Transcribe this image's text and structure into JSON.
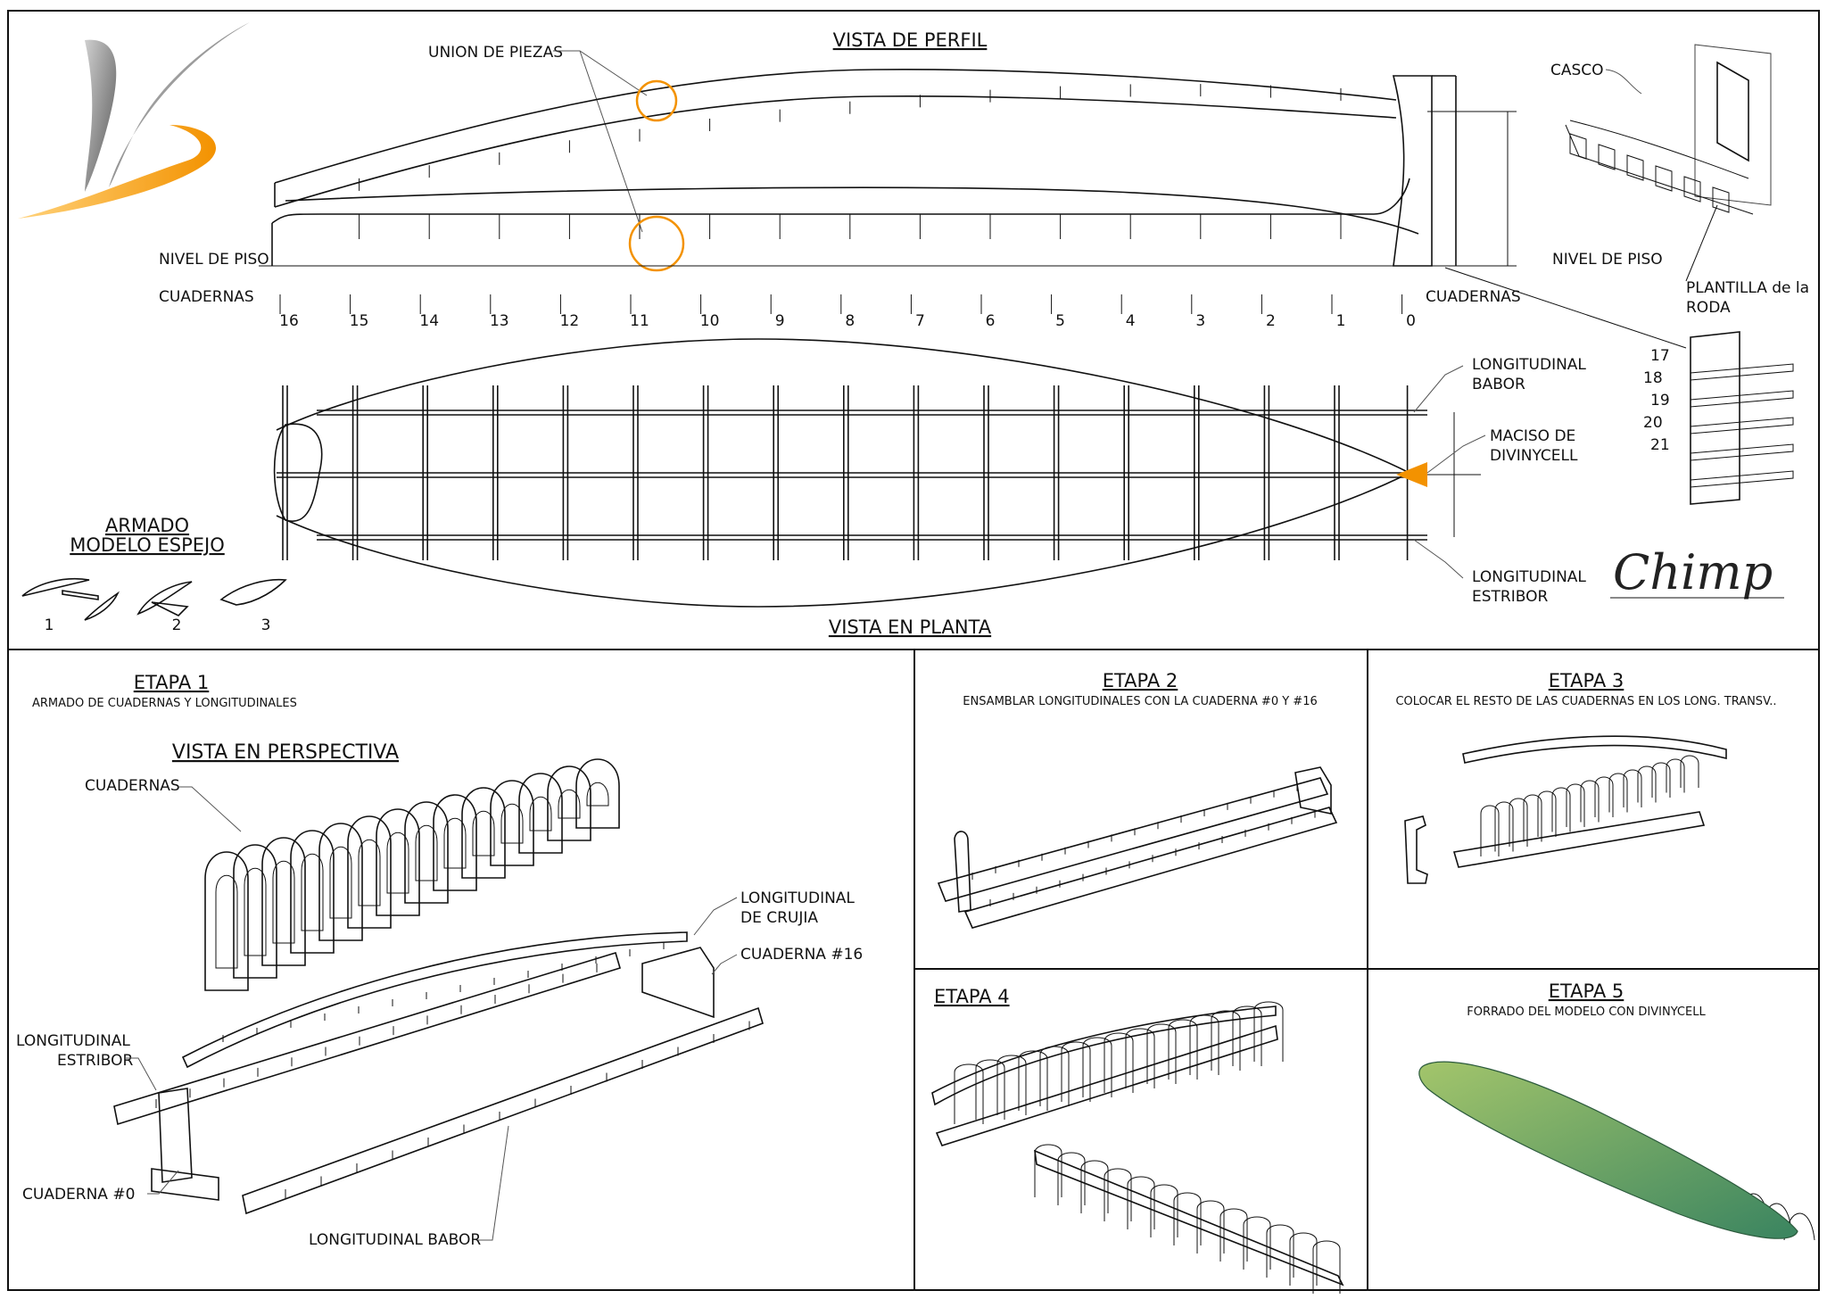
{
  "top": {
    "title_profile": "VISTA DE PERFIL",
    "title_plan": "VISTA EN PLANTA",
    "union": "UNION DE PIEZAS",
    "nivel_left": "NIVEL DE PISO",
    "nivel_right": "NIVEL DE PISO",
    "cuadernas_left": "CUADERNAS",
    "cuadernas_right": "CUADERNAS",
    "casco": "CASCO",
    "plantilla_1": "PLANTILLA de la",
    "plantilla_2": "RODA",
    "long_babor_1": "LONGITUDINAL",
    "long_babor_2": "BABOR",
    "maciso_1": "MACISO DE",
    "maciso_2": "DIVINYCELL",
    "long_estribor_1": "LONGITUDINAL",
    "long_estribor_2": "ESTRIBOR",
    "armado_1": "ARMADO",
    "armado_2": "MODELO ESPEJO",
    "armado_steps": [
      "1",
      "2",
      "3"
    ],
    "frame_numbers": [
      "16",
      "15",
      "14",
      "13",
      "12",
      "11",
      "10",
      "9",
      "8",
      "7",
      "6",
      "5",
      "4",
      "3",
      "2",
      "1",
      "0"
    ],
    "roda_numbers": [
      "17",
      "18",
      "19",
      "20",
      "21"
    ],
    "signature": "Chimp"
  },
  "etapa1": {
    "title": "ETAPA 1",
    "subtitle": "ARMADO DE CUADERNAS Y LONGITUDINALES",
    "perspectiva": "VISTA EN PERSPECTIVA",
    "cuadernas": "CUADERNAS",
    "crujia_1": "LONGITUDINAL",
    "crujia_2": "DE CRUJIA",
    "cuaderna16": "CUADERNA #16",
    "estribor_1": "LONGITUDINAL",
    "estribor_2": "ESTRIBOR",
    "cuaderna0": "CUADERNA #0",
    "babor": "LONGITUDINAL BABOR"
  },
  "etapa2": {
    "title": "ETAPA 2",
    "subtitle": "ENSAMBLAR LONGITUDINALES CON LA CUADERNA #0 Y #16"
  },
  "etapa3": {
    "title": "ETAPA 3",
    "subtitle": "COLOCAR EL RESTO DE LAS CUADERNAS EN LOS LONG. TRANSV.."
  },
  "etapa4": {
    "title": "ETAPA 4"
  },
  "etapa5": {
    "title": "ETAPA 5",
    "subtitle": "FORRADO DEL MODELO CON DIVINYCELL"
  },
  "colors": {
    "accent_orange": "#f39200",
    "hull_green_light": "#9fc26a",
    "hull_green_dark": "#3f8a5c",
    "line": "#111111"
  }
}
